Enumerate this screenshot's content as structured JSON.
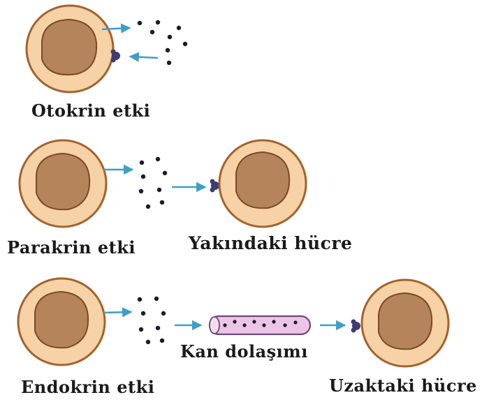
{
  "labels": {
    "autocrine": "Otokrin etki",
    "paracrine": "Parakrin etki",
    "nearby_cell": "Yakındaki hücre",
    "blood": "Kan dolaşımı",
    "endocrine": "Endokrin etki",
    "distant_cell": "Uzaktaki hücre"
  },
  "colors": {
    "cytoplasm": "#f6d2a6",
    "membrane": "#a3622c",
    "nucleus": "#b6845a",
    "arrow": "#3c9fc9",
    "molecule": "#1b1b2e",
    "receptor": "#3d3d72",
    "vessel_fill": "#ecc4e6",
    "vessel_stroke": "#6e4a70"
  }
}
